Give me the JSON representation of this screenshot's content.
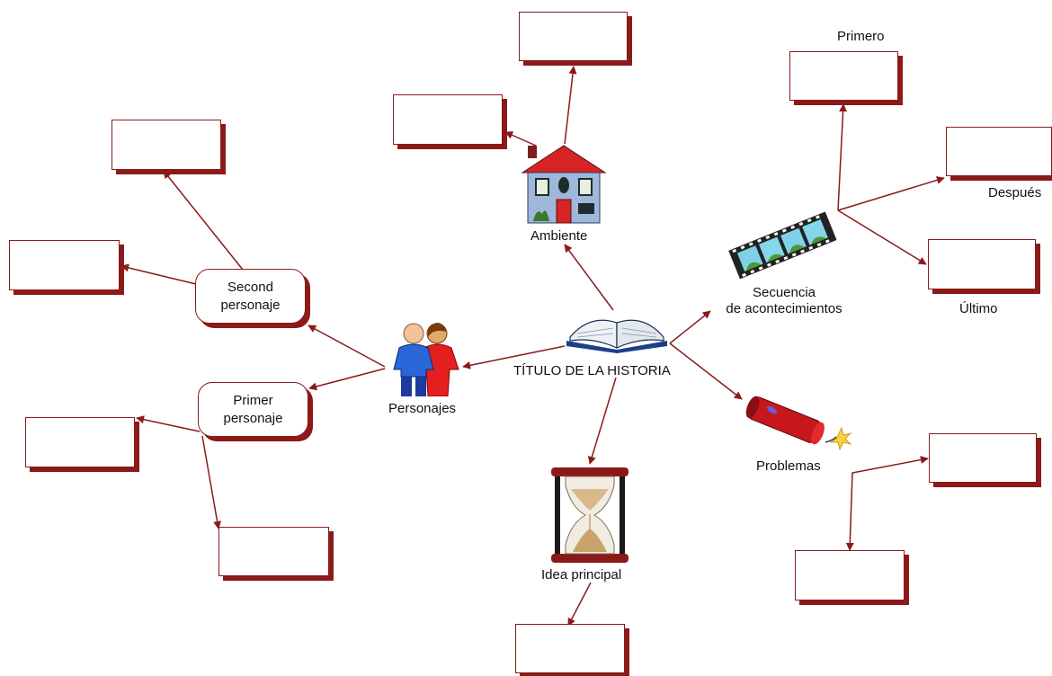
{
  "center": {
    "title": "TÍTULO DE LA HISTORIA",
    "icon": "open-book-icon"
  },
  "nodes": {
    "ambiente": {
      "label": "Ambiente",
      "icon": "house-icon"
    },
    "personajes": {
      "label": "Personajes",
      "icon": "people-icon"
    },
    "secuencia": {
      "label_line1": "Secuencia",
      "label_line2": "de acontecimientos",
      "icon": "film-strip-icon"
    },
    "problemas": {
      "label": "Problemas",
      "icon": "dynamite-icon"
    },
    "idea": {
      "label": "Idea principal",
      "icon": "hourglass-icon"
    }
  },
  "characters": {
    "second": {
      "line1": "Second",
      "line2": "personaje"
    },
    "primer": {
      "line1": "Primer",
      "line2": "personaje"
    }
  },
  "sequence_labels": {
    "first": "Primero",
    "then": "Después",
    "last": "Último"
  },
  "colors": {
    "accent": "#8b1a1a",
    "link": "#8b1a1a"
  }
}
